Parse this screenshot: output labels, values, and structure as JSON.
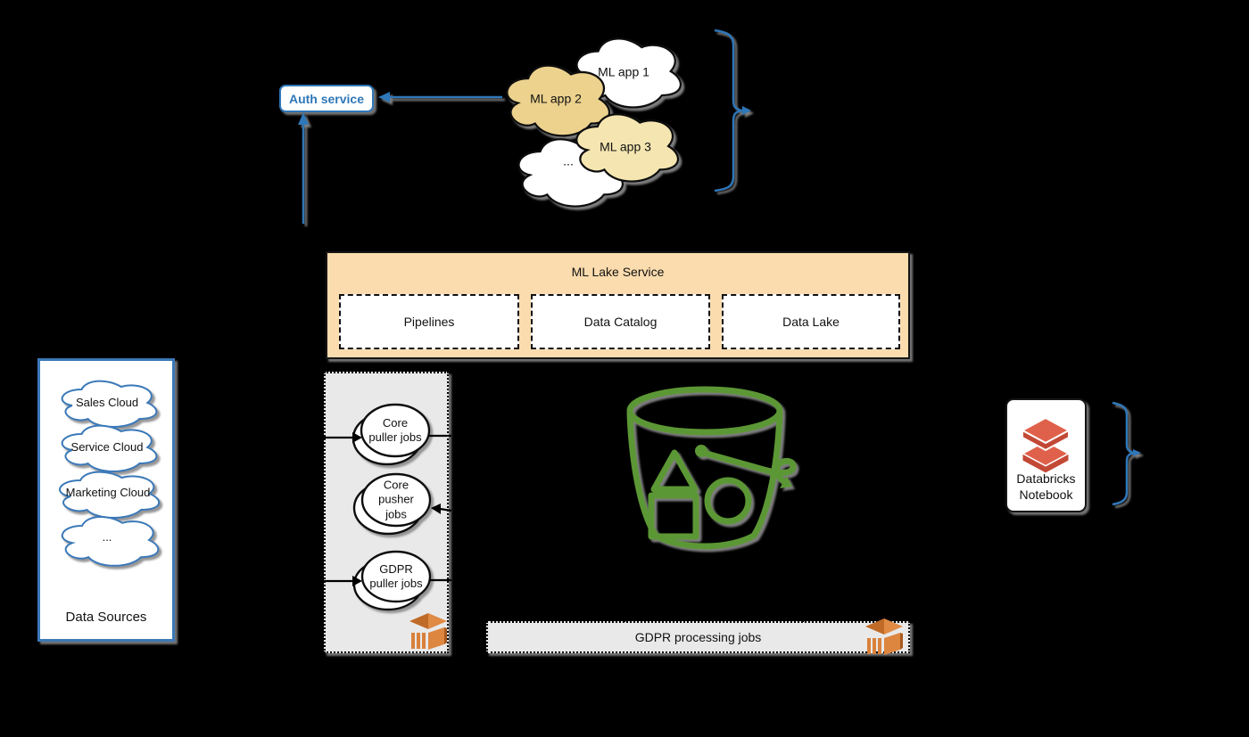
{
  "diagram": {
    "auth_service": {
      "label": "Auth service"
    },
    "ml_apps": [
      "ML app 1",
      "ML app 2",
      "ML app 3",
      "..."
    ],
    "ml_lake": {
      "title": "ML Lake Service",
      "components": [
        "Pipelines",
        "Data Catalog",
        "Data Lake"
      ]
    },
    "data_sources": {
      "title": "Data Sources",
      "items": [
        "Sales Cloud",
        "Service Cloud",
        "Marketing Cloud",
        "..."
      ]
    },
    "jobs": [
      "Core\npuller jobs",
      "Core\npusher\njobs",
      "GDPR\npuller jobs"
    ],
    "gdpr_bar": {
      "label": "GDPR processing jobs"
    },
    "databricks": {
      "label": "Databricks\nNotebook"
    },
    "colors": {
      "connector_blue": "#2E77B8",
      "data_sources_blue": "#3B79B8",
      "gold_cloud": "#ECD28D",
      "pale_yellow_cloud": "#F5E6B1",
      "white_cloud": "#FFFFFF",
      "ml_lake_fill": "#FBDCAE",
      "panel_gray": "#E9E9E9",
      "bucket_green": "#5B9734",
      "databricks_red_top": "#E0614B",
      "databricks_red_front": "#C24936",
      "aws_orange": "#D9813B",
      "background": "#000000"
    }
  }
}
